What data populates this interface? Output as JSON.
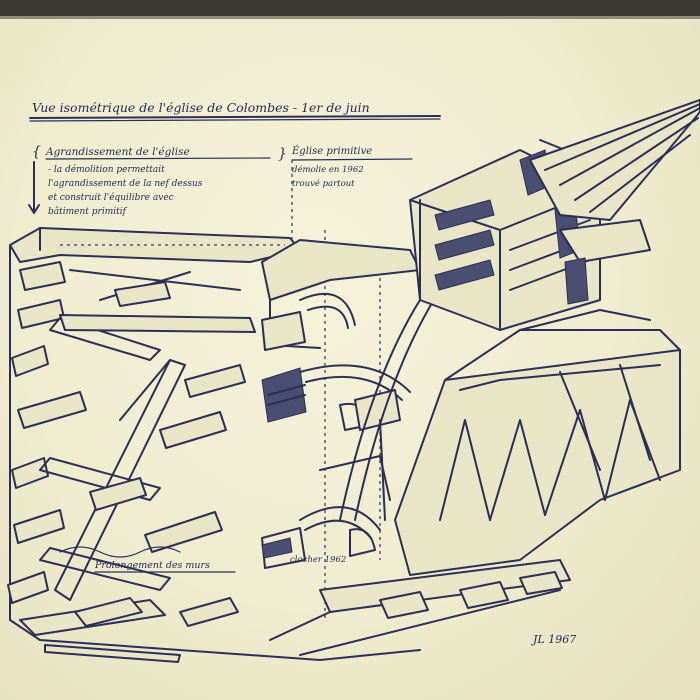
{
  "title": "Vue isométrique de l'église de Colombes - 1er de juin",
  "left_note": {
    "heading": "Agrandissement de l'église",
    "lines": [
      "- la démolition permettait",
      "l'agrandissement de la nef dessus",
      "et construit l'équilibre avec",
      "bâtiment primitif"
    ]
  },
  "right_note": {
    "heading": "Église primitive",
    "lines": [
      "démolie en 1962",
      "trouvé partout"
    ]
  },
  "bottom_label_left": "Prolongement des murs",
  "bottom_label_right": "clocher 1962",
  "signature": "JL 1967",
  "colors": {
    "paper": "#efeccf",
    "ink": "#2b2f55",
    "frame": "#3a3934"
  }
}
